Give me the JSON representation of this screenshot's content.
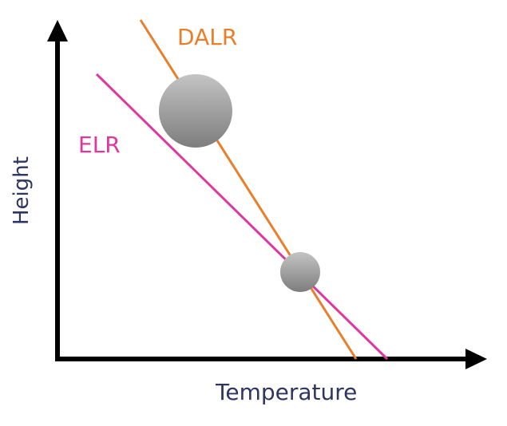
{
  "diagram": {
    "x_axis_label": "Temperature",
    "y_axis_label": "Height",
    "lines": [
      {
        "key": "dalr",
        "label": "DALR",
        "color": "#E97F2A"
      },
      {
        "key": "elr",
        "label": "ELR",
        "color": "#E0379E"
      }
    ],
    "axis_color": "#000000",
    "label_color_axis": "#2E3561",
    "parcels": [
      {
        "key": "upper-parcel",
        "size": "large"
      },
      {
        "key": "lower-parcel",
        "size": "small"
      }
    ]
  }
}
